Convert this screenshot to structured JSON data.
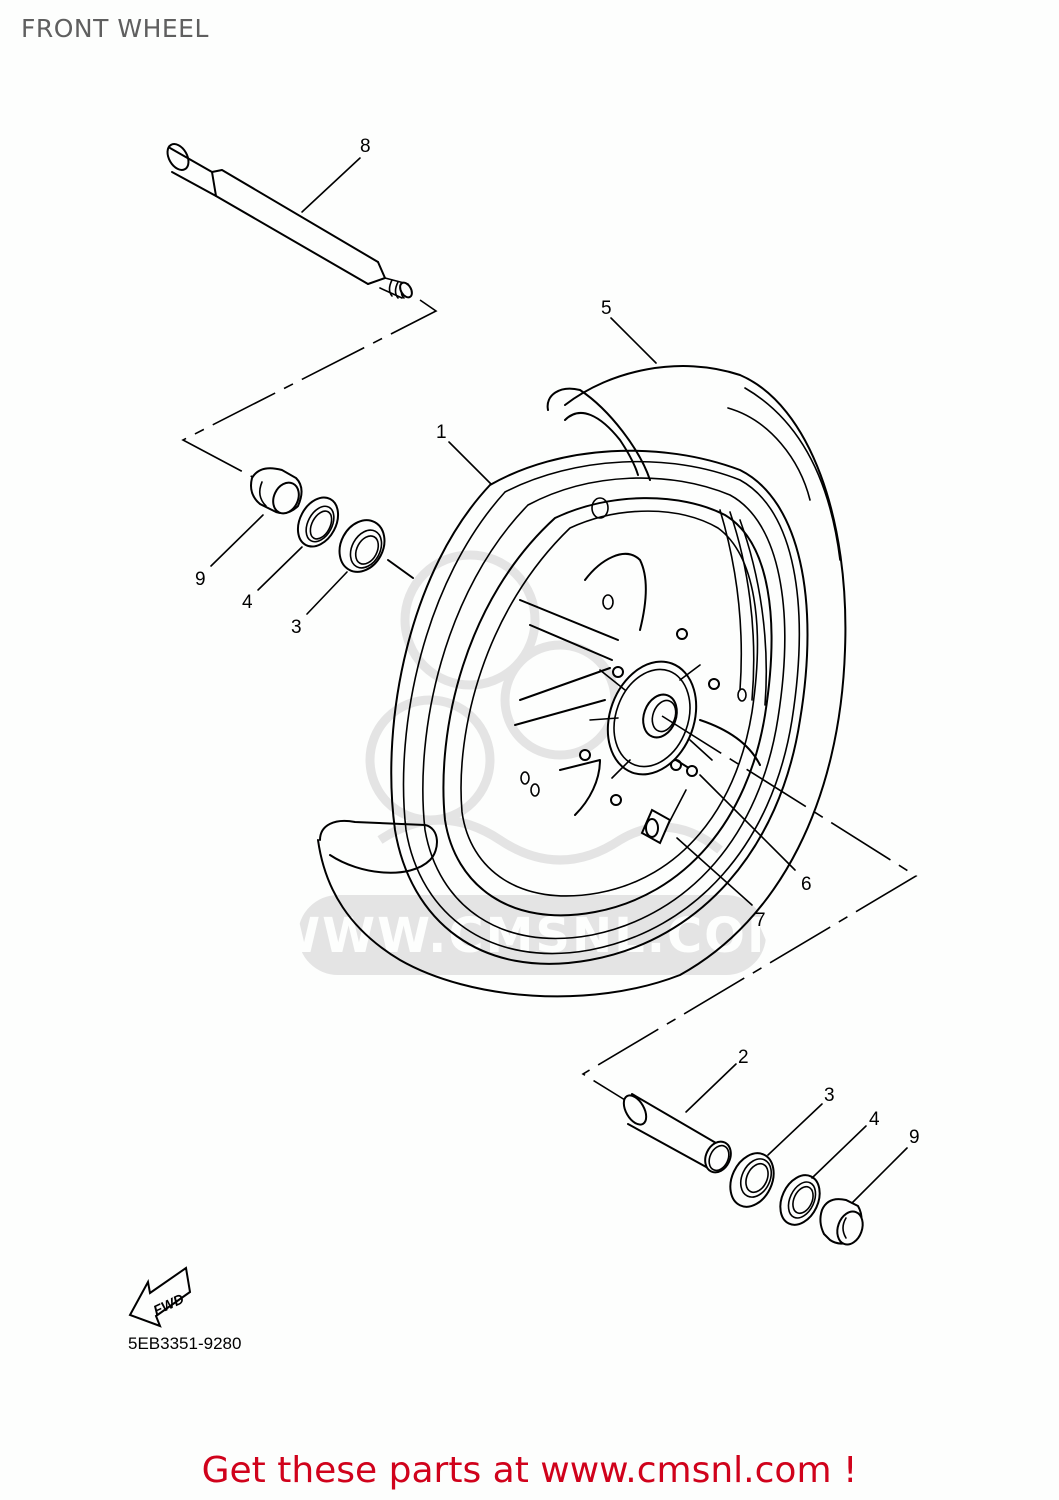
{
  "page": {
    "title": "FRONT WHEEL",
    "diagram_code": "5EB3351-9280",
    "fwd_label": "FWD",
    "watermark_text": "WWW.CMSNL.COM",
    "footer_link": "Get these parts at www.cmsnl.com !"
  },
  "colors": {
    "title_text": "#5f5f5f",
    "footer_text": "#d0021b",
    "line_art": "#000000",
    "watermark": "#e4e4e4",
    "background": "#fdfefd"
  },
  "callouts": [
    {
      "id": "c8",
      "number": "8",
      "part": "axle"
    },
    {
      "id": "c5",
      "number": "5",
      "part": "tire"
    },
    {
      "id": "c1",
      "number": "1",
      "part": "cast wheel"
    },
    {
      "id": "c9a",
      "number": "9",
      "part": "collar (left)"
    },
    {
      "id": "c4a",
      "number": "4",
      "part": "oil seal (left)"
    },
    {
      "id": "c3a",
      "number": "3",
      "part": "bearing (left)"
    },
    {
      "id": "c6",
      "number": "6",
      "part": "valve"
    },
    {
      "id": "c7",
      "number": "7",
      "part": "balance weight"
    },
    {
      "id": "c2",
      "number": "2",
      "part": "spacer"
    },
    {
      "id": "c3b",
      "number": "3",
      "part": "bearing (right)"
    },
    {
      "id": "c4b",
      "number": "4",
      "part": "oil seal (right)"
    },
    {
      "id": "c9b",
      "number": "9",
      "part": "collar (right)"
    }
  ]
}
